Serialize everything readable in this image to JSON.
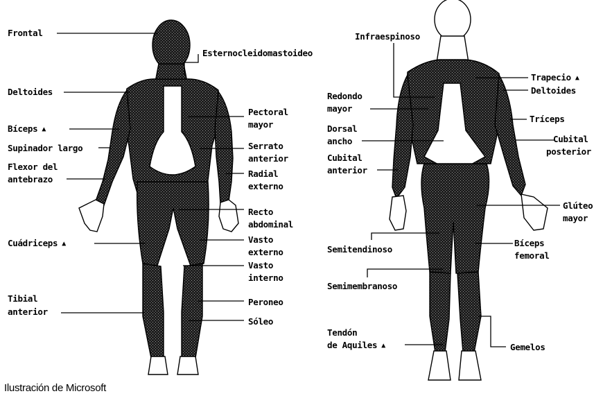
{
  "figure": {
    "credit": "Ilustración de Microsoft",
    "triangle_glyph": "▲",
    "ink_color": "#000000",
    "muscle_fill": "#1e1e1e",
    "front_labels": {
      "frontal": "Frontal",
      "esternocleidomastoideo": "Esternocleidomastoideo",
      "deltoides": "Deltoides",
      "biceps": "Bíceps",
      "supinador_largo": "Supinador largo",
      "flexor_1": "Flexor del",
      "flexor_2": "antebrazo",
      "pectoral_1": "Pectoral",
      "pectoral_2": "mayor",
      "serrato_1": "Serrato",
      "serrato_2": "anterior",
      "radial_1": "Radial",
      "radial_2": "externo",
      "recto_1": "Recto",
      "recto_2": "abdominal",
      "cuadriceps": "Cuádriceps",
      "vasto_externo_1": "Vasto",
      "vasto_externo_2": "externo",
      "vasto_interno_1": "Vasto",
      "vasto_interno_2": "interno",
      "tibial_1": "Tibial",
      "tibial_2": "anterior",
      "peroneo": "Peroneo",
      "soleo": "Sóleo"
    },
    "back_labels": {
      "infraespinoso": "Infraespinoso",
      "trapecio": "Trapecio",
      "deltoides": "Deltoides",
      "redondo_1": "Redondo",
      "redondo_2": "mayor",
      "triceps": "Tríceps",
      "dorsal_1": "Dorsal",
      "dorsal_2": "ancho",
      "cubital_post_1": "Cubital",
      "cubital_post_2": "posterior",
      "cubital_ant_1": "Cubital",
      "cubital_ant_2": "anterior",
      "gluteo_1": "Glúteo",
      "gluteo_2": "mayor",
      "semitendinoso": "Semitendinoso",
      "biceps_fem_1": "Bíceps",
      "biceps_fem_2": "femoral",
      "semimembranoso": "Semimembranoso",
      "tendon_1": "Tendón",
      "tendon_2": "de Aquiles",
      "gemelos": "Gemelos"
    }
  }
}
